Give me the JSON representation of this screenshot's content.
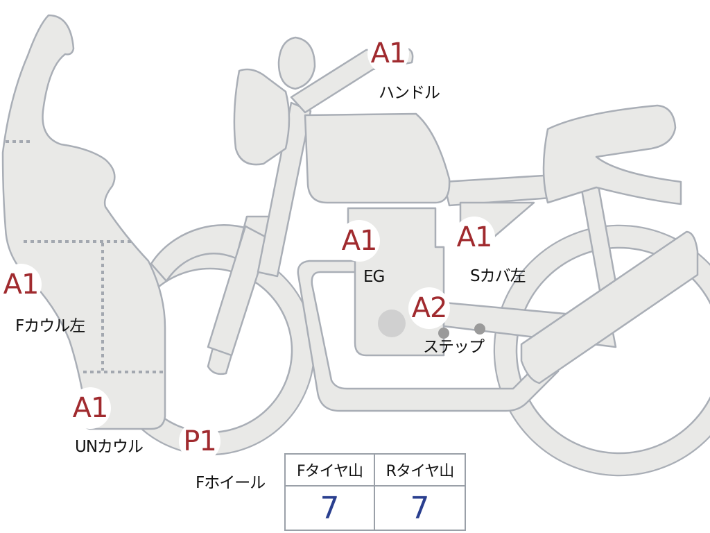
{
  "parts": [
    {
      "id": "handle",
      "code": "A1",
      "label": "ハンドル"
    },
    {
      "id": "f-cowl-left",
      "code": "A1",
      "label": "Fカウル左"
    },
    {
      "id": "eg",
      "code": "A1",
      "label": "EG"
    },
    {
      "id": "s-cover-left",
      "code": "A1",
      "label": "Sカバ左"
    },
    {
      "id": "step",
      "code": "A2",
      "label": "ステップ"
    },
    {
      "id": "un-cowl",
      "code": "A1",
      "label": "UNカウル"
    },
    {
      "id": "f-wheel",
      "code": "P1",
      "label": "Fホイール"
    }
  ],
  "tire_table": {
    "headers": [
      "Fタイヤ山",
      "Rタイヤ山"
    ],
    "values": [
      "7",
      "7"
    ]
  },
  "colors": {
    "part_fill": "#e9e9e7",
    "outline": "#a9aeb6",
    "marker_text": "#a02a2e",
    "value_text": "#2a3f8f"
  }
}
